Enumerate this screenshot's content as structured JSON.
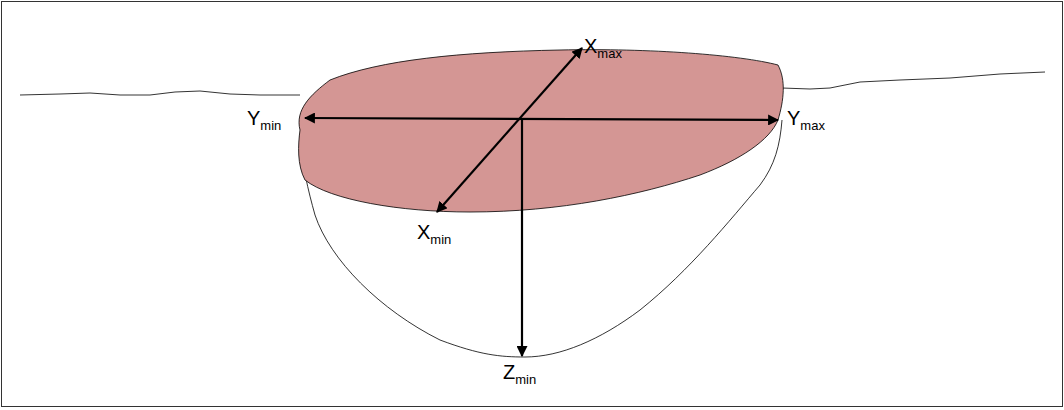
{
  "diagram": {
    "labels": [
      "Xmax",
      "Ymin",
      "Ymax",
      "Xmin",
      "Zmin"
    ]
  }
}
